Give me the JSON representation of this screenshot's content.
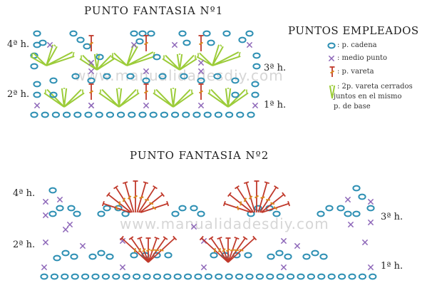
{
  "diagram1": {
    "title": "PUNTO FANTASIA Nº1",
    "rows": {
      "r4": "4ª h.",
      "r3": "3ª h.",
      "r2": "2ª h.",
      "r1": "1ª h."
    }
  },
  "diagram2": {
    "title": "PUNTO FANTASIA Nº2",
    "rows": {
      "r4": "4ª h.",
      "r3": "3ª h.",
      "r2": "2ª h.",
      "r1": "1ª h."
    }
  },
  "legend": {
    "title": "PUNTOS EMPLEADOS",
    "chain": ": p. cadena",
    "single": ": medio punto",
    "treble": ": p. vareta",
    "cluster_l1": ": 2p. vareta cerrados",
    "cluster_l2": "juntos en el mismo",
    "cluster_l3": "p. de base",
    "icons": [
      "chain-oval-icon",
      "cross-x-icon",
      "vareta-stitch-icon",
      "cluster-stitch-icon"
    ]
  },
  "watermark": "www.manualidadesdiy.com",
  "colors": {
    "chain": "#2d8fb3",
    "single": "#8c65b8",
    "treble": "#c0392b",
    "treble_bar": "#d98a1e",
    "cluster": "#9ccc3a"
  }
}
